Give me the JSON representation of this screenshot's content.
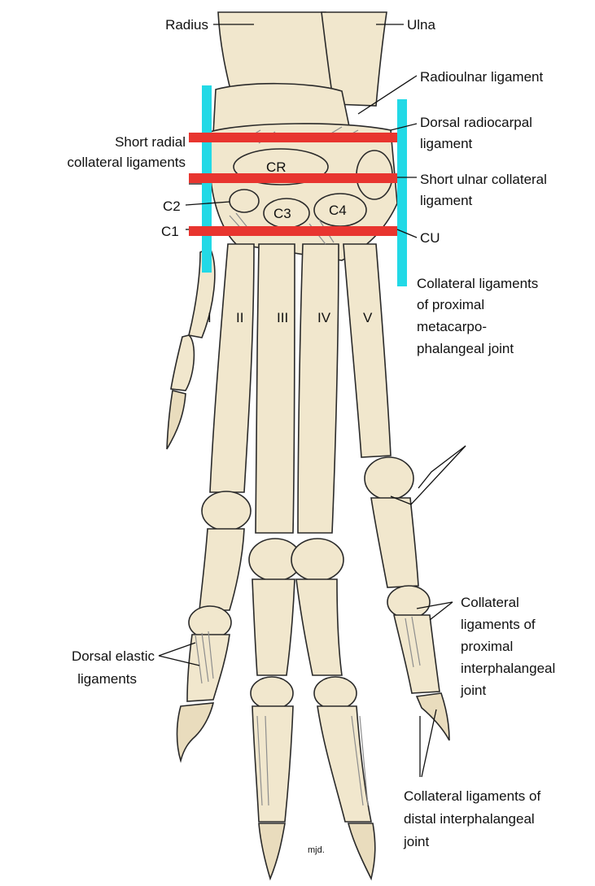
{
  "labels": {
    "radius": "Radius",
    "ulna": "Ulna",
    "radioulnar": "Radioulnar ligament",
    "dorsal_radiocarpal": [
      "Dorsal radiocarpal",
      "ligament"
    ],
    "short_radial": [
      "Short radial",
      "collateral ligaments"
    ],
    "cr": "CR",
    "short_ulnar": [
      "Short ulnar collateral",
      "ligament"
    ],
    "c2": "C2",
    "c3": "C3",
    "c4": "C4",
    "c1": "C1",
    "cu": "CU",
    "digit_1": "I",
    "digit_2": "II",
    "digit_3": "III",
    "digit_4": "IV",
    "digit_5": "V",
    "collateral_mcp": [
      "Collateral ligaments",
      "of proximal",
      "metacarpo-",
      "phalangeal joint"
    ],
    "dorsal_elastic": [
      "Dorsal elastic",
      "ligaments"
    ],
    "collateral_pip": [
      "Collateral",
      "ligaments of",
      "proximal",
      "interphalangeal",
      "joint"
    ],
    "collateral_dip": [
      "Collateral ligaments of",
      "distal interphalangeal",
      "joint"
    ],
    "signature": "mjd."
  },
  "colors": {
    "bone": "#f1e7cd",
    "bone_outline": "#2a2a2a",
    "bone_shade": "#d9ccaa",
    "ligament": "#8d8d8d",
    "overlay_red": "#e8352f",
    "overlay_cyan": "#22d9e6"
  }
}
